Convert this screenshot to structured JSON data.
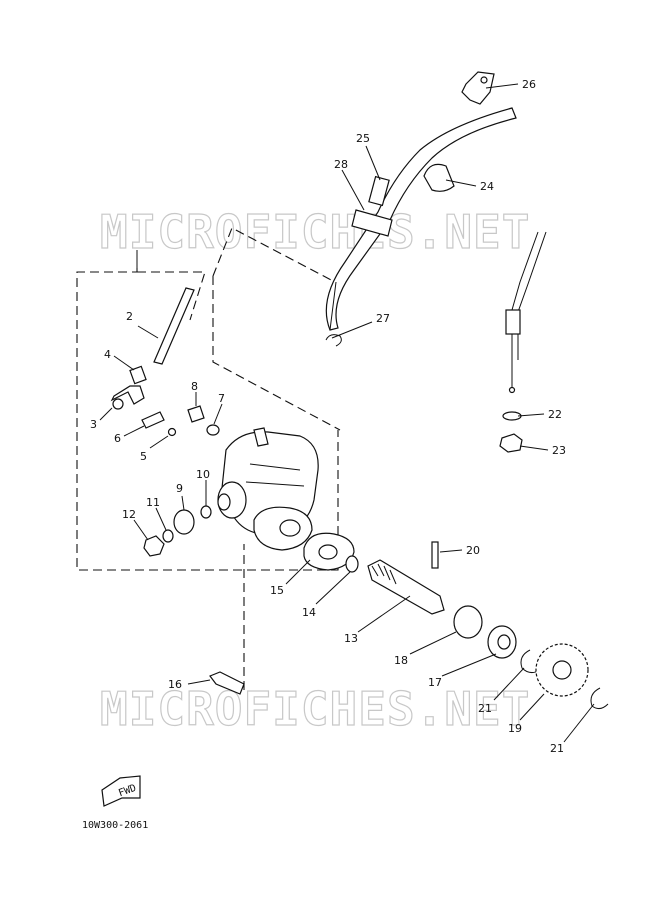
{
  "watermark_text": "MICROFICHES.NET",
  "diagram_code": "10W300-2061",
  "fwd_label": "FWD",
  "callouts": [
    {
      "id": "c1",
      "num": "2"
    },
    {
      "id": "c2",
      "num": "4"
    },
    {
      "id": "c3",
      "num": "3"
    },
    {
      "id": "c4",
      "num": "6"
    },
    {
      "id": "c5",
      "num": "5"
    },
    {
      "id": "c6",
      "num": "8"
    },
    {
      "id": "c7",
      "num": "7"
    },
    {
      "id": "c8",
      "num": "10"
    },
    {
      "id": "c9",
      "num": "9"
    },
    {
      "id": "c10",
      "num": "11"
    },
    {
      "id": "c11",
      "num": "12"
    },
    {
      "id": "c12",
      "num": "15"
    },
    {
      "id": "c13",
      "num": "14"
    },
    {
      "id": "c14",
      "num": "13"
    },
    {
      "id": "c15",
      "num": "16"
    },
    {
      "id": "c16",
      "num": "18"
    },
    {
      "id": "c17",
      "num": "17"
    },
    {
      "id": "c18",
      "num": "20"
    },
    {
      "id": "c19",
      "num": "21"
    },
    {
      "id": "c20",
      "num": "19"
    },
    {
      "id": "c21",
      "num": "21"
    },
    {
      "id": "c22",
      "num": "22"
    },
    {
      "id": "c23",
      "num": "23"
    },
    {
      "id": "c24",
      "num": "24"
    },
    {
      "id": "c25",
      "num": "25"
    },
    {
      "id": "c26",
      "num": "26"
    },
    {
      "id": "c27",
      "num": "27"
    },
    {
      "id": "c28",
      "num": "28"
    }
  ]
}
